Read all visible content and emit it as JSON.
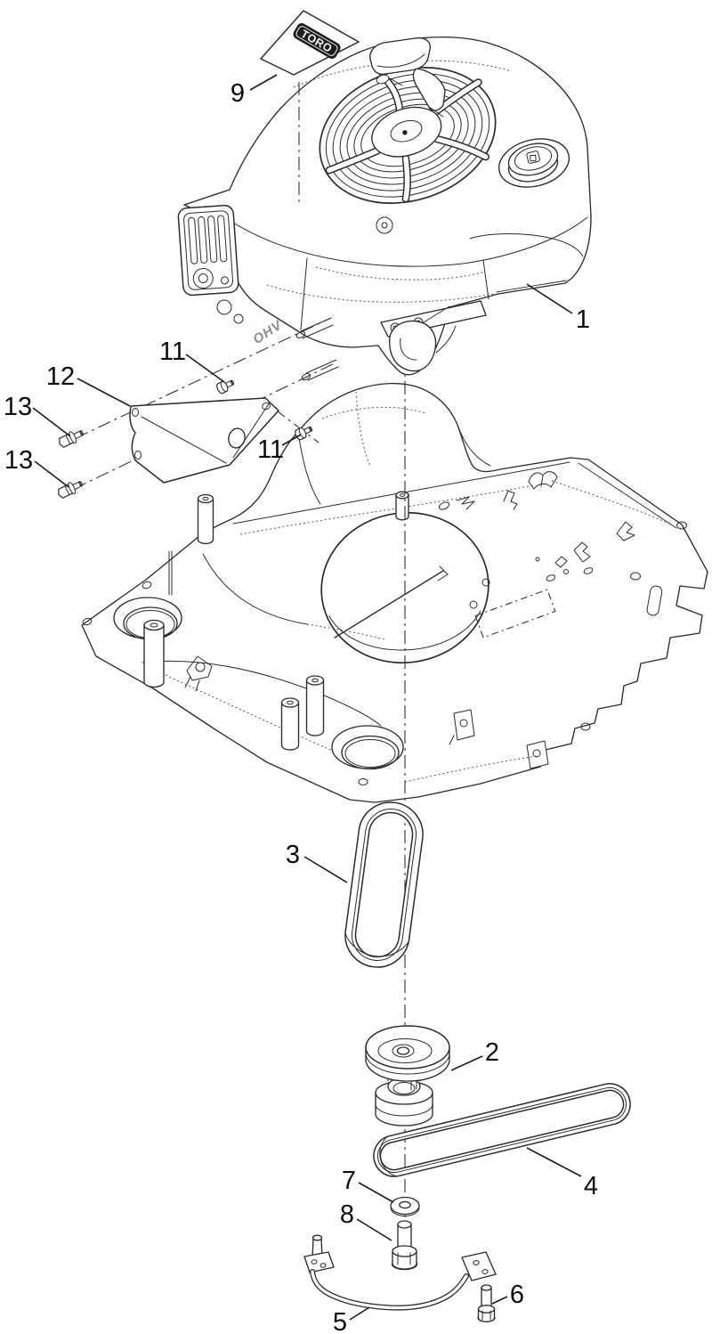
{
  "diagram": {
    "brand_label": "TORO",
    "engine_marking": "OHV",
    "callouts": {
      "c1": "1",
      "c2": "2",
      "c3": "3",
      "c4": "4",
      "c5": "5",
      "c6": "6",
      "c7": "7",
      "c8": "8",
      "c9": "9",
      "c11a": "11",
      "c11b": "11",
      "c12": "12",
      "c13a": "13",
      "c13b": "13"
    },
    "part_numbers_visible": [
      "1",
      "2",
      "3",
      "4",
      "5",
      "6",
      "7",
      "8",
      "9",
      "11",
      "12",
      "13"
    ]
  }
}
